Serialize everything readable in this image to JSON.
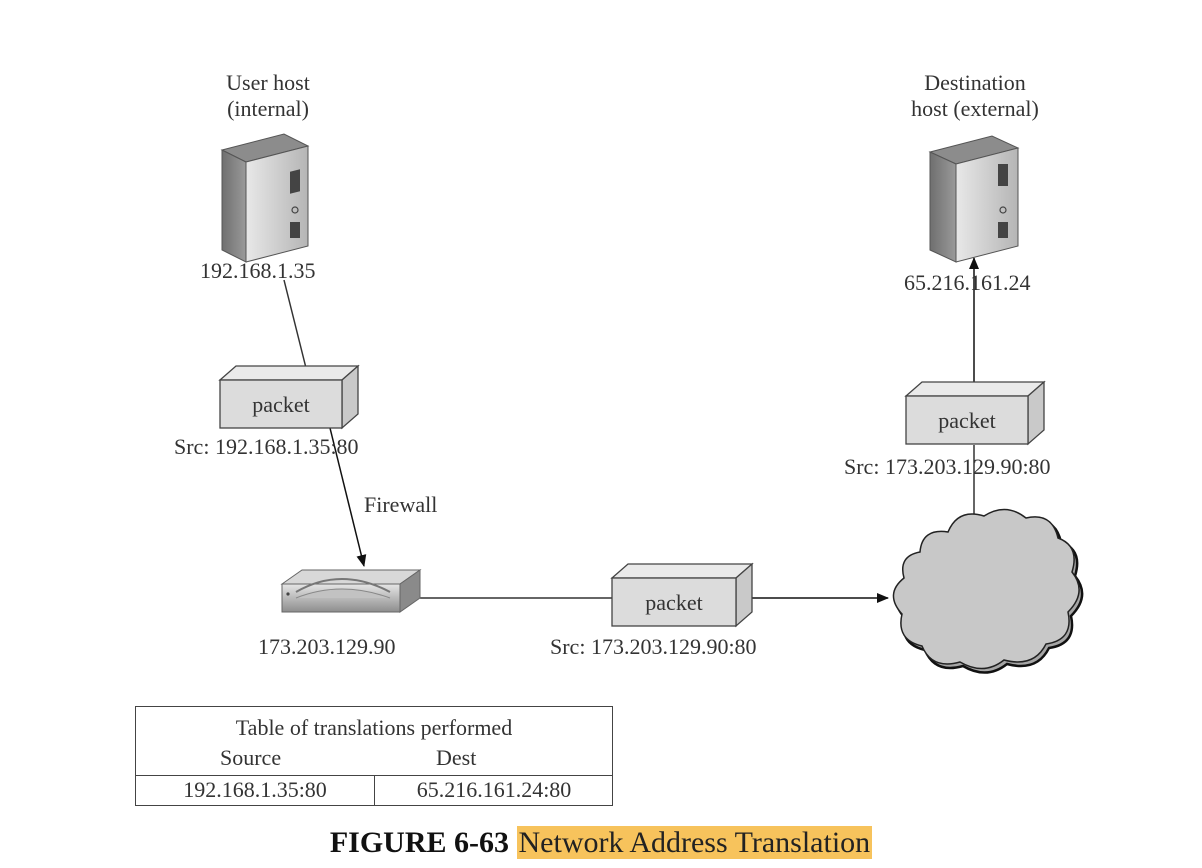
{
  "user_host": {
    "label_line1": "User host",
    "label_line2": "(internal)",
    "ip": "192.168.1.35"
  },
  "dest_host": {
    "label_line1": "Destination",
    "label_line2": "host (external)",
    "ip": "65.216.161.24"
  },
  "firewall": {
    "label": "Firewall",
    "ip": "173.203.129.90"
  },
  "packets": {
    "p1": {
      "label": "packet",
      "src": "Src: 192.168.1.35:80"
    },
    "p2": {
      "label": "packet",
      "src": "Src: 173.203.129.90:80"
    },
    "p3": {
      "label": "packet",
      "src": "Src: 173.203.129.90:80"
    }
  },
  "table": {
    "title": "Table of translations performed",
    "col_source": "Source",
    "col_dest": "Dest",
    "row_source": "192.168.1.35:80",
    "row_dest": "65.216.161.24:80"
  },
  "caption": {
    "number": "FIGURE 6-63",
    "title": "Network Address Translation"
  },
  "colors": {
    "highlight": "#f7c35c",
    "line": "#333333"
  }
}
